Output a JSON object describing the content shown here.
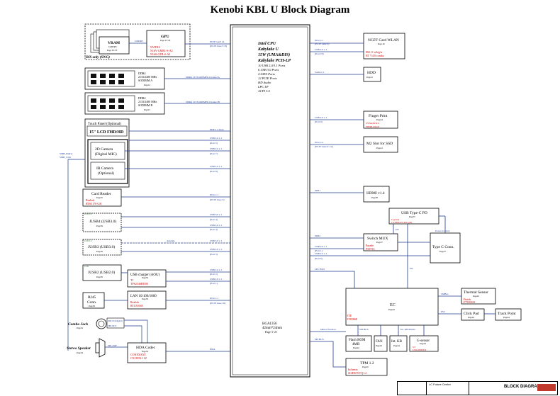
{
  "title": "Kenobi KBL U Block Diagram",
  "colors": {
    "line": "#1f3a93",
    "box": "#000000",
    "red": "#cc0000",
    "green": "#2e7d32"
  },
  "cpu": {
    "lines": [
      "Intel CPU",
      "Kabylake U",
      "15W (UMA&DIS)",
      "Kabylake  PCH-LP",
      "10 USB 2.0/3.1 Ports",
      "6 USB 3.0 Ports",
      "4 SATA Ports",
      "12 PCIE Ports",
      "HD Audio",
      "LPC I/F",
      "ACPI 3.0"
    ],
    "package": [
      "BGA1356",
      "42mm*24mm"
    ],
    "page": "Page 3~21"
  },
  "blocks": {
    "vram": {
      "label": "VRAM",
      "sub": "GDDR5",
      "page": "Page 30~33"
    },
    "gpu": {
      "label": "GPU",
      "page": "Page 25~29",
      "red1": "NVIDIA",
      "red2": "N16V-GMR1-S-A2",
      "red3": "N16S-GTR-S-A2"
    },
    "dis_label": "DIS only (SWG)",
    "ddr_a": {
      "l1": "DDR4",
      "l2": "2133/2400 MHz",
      "l3": "SODIMM A",
      "page": "Page14"
    },
    "ddr_b": {
      "l1": "DDR4",
      "l2": "2133/2400 MHz",
      "l3": "SODIMM B",
      "page": "Page15"
    },
    "touch_panel": "Touch Panel (Optional)",
    "lcd": "15\" LCD FHD/HD",
    "camera2d": {
      "l1": "2D Camera",
      "l2": "(Digital MIC)"
    },
    "ir_camera": {
      "l1": "IR Camera",
      "l2": "(Optional)"
    },
    "card_reader": {
      "label": "Card Reader",
      "page": "Page35",
      "red1": "Realtek",
      "red2": "RTS5170-GR"
    },
    "jusb4": {
      "label": "JUSB4 (USB3.0)",
      "page": "Page39"
    },
    "jusb3": {
      "label": "JUSB3 (USB3.0)",
      "page": "Page39"
    },
    "jusb2": {
      "label": "JUSB2 (USB2.0)",
      "page": "Page39"
    },
    "usb_charger": {
      "label": "USB charger (AOU)",
      "page": "Page39",
      "red1": "TI",
      "red2": "TPS2546RTER"
    },
    "rj45": {
      "l1": "RJ45",
      "l2": "Conn.",
      "page": "Page36"
    },
    "lan": {
      "label": "LAN 10/100/1000",
      "page": "Page36",
      "red1": "Realtek",
      "red2": "RTL8106E"
    },
    "combo_jack": {
      "label": "Combo Jack",
      "page": "Page34"
    },
    "speaker": {
      "label": "Stereo Speaker",
      "page": "Page34"
    },
    "hda_codec": {
      "label": "HDA Codec",
      "page": "Page34",
      "red1": "CONEXANT",
      "red2": "CX11852-11Z"
    },
    "ngff": {
      "label": "NGFF Card WLAN",
      "page": "Page 40",
      "red1": "802.11 a/b/g/n",
      "red2": "BT V4.0 combo"
    },
    "hdd": {
      "label": "HDD",
      "page": "Page41"
    },
    "finger": {
      "label": "Finger Print",
      "page": "Page44",
      "red1": "SYNAPTICS",
      "red2": "WBDI-PAGE"
    },
    "m2": {
      "label": "M2 Slot for SSD",
      "page": "Page41"
    },
    "hdmi": {
      "label": "HDMI v1.4",
      "page": "Page38"
    },
    "typec_pd": {
      "label": "USB Type-C PD",
      "page": "Page37",
      "red1": "Cypress",
      "red2": "CYPD4225-40LQXI"
    },
    "switch_mux": {
      "label": "Switch MUX",
      "page": "Page37",
      "red1": "Parade",
      "red2": "PS8743"
    },
    "typec_conn": {
      "label": "Type C Conn.",
      "page": "Page37"
    },
    "ec": {
      "label": "EC",
      "page": "Page42",
      "red1": "ITE",
      "red2": "IT8586E"
    },
    "thermal": {
      "label": "Thermal Sensor",
      "page": "Page43",
      "red1": "Fintek",
      "red2": "F75303M"
    },
    "clickpad": {
      "label": "Click Pad",
      "page": "Page44"
    },
    "trackpoint": {
      "label": "Track Point",
      "page": "Page44"
    },
    "flash": {
      "l1": "Flash ROM",
      "l2": "4MB",
      "page": "Page42"
    },
    "fan": {
      "label": "FAN",
      "page": "Page43"
    },
    "intkb": {
      "label": "Int. KB",
      "page": "Page44"
    },
    "gsensor": {
      "label": "G-sensor",
      "page": "Page44",
      "red1": "ST",
      "red2": "LNG2DMTR"
    },
    "tpm": {
      "label": "TPM 1.2",
      "page": "Page45",
      "red1": "Infineon",
      "red2": "SLB9670VQ1.2"
    }
  },
  "bus_labels": {
    "pcie_gpu": "PCIE Gen3 x4",
    "pcie_gpu2": "(PCIE Lane 5~8)",
    "gddr": "GDDR5",
    "ddr_a": "DDR4 2133/2400MHz Channel A",
    "ddr_b": "DDR4 2133/2400MHz Channel B",
    "edp": "EDP x 4 lanes",
    "usb_port5": "(Port 5)",
    "usb_port7": "(Port 7)",
    "usb_port8": "(Port 8)",
    "usb20x1": "USB 2.0 x 1",
    "pcie_x1": "PCIe x 1",
    "pcie_lane3": "(PCIE Lane 3)",
    "usb30x1": "USB 3.0 x 1",
    "port4": "(Port 4)",
    "port3": "(Port 3)",
    "port2": "(Port 2)",
    "port1": "(Port 1)",
    "port6": "(Port 6)",
    "pcie_lane10": "(PCIE Lane 10)",
    "hda": "HDA",
    "pcie_wlan": "PCIe x 1",
    "pcie_wlan2": "(PCIE Lane 9)",
    "usb_wlan": "USB 2.0 x 1",
    "usb_wlan2": "(Port 10)",
    "sata": "SATA x 1",
    "usb_finger": "USB 2.0 x 1",
    "usb_finger2": "(Port 9)",
    "pcie_ssd": "PCIe x 4",
    "pcie_ssd2": "(PCIE Lane 9~12)",
    "ddi1": "DDI1",
    "ddi2": "DDI2",
    "i2c": "I2C",
    "power_control": "Power Control",
    "lpc": "LPC BUS",
    "smbus": "SMBus",
    "ps2": "PS2",
    "mirror": "Mirror function",
    "spi": "SPI BUS",
    "kb_matrix": "Int. KB Matrix",
    "smb_data": "SMB_DATA",
    "smb_clk": "SMB_CLK",
    "mic_in": "MIC IN (Digital)",
    "spk_in": "SPK OUT",
    "hda_pin": "HP OUT",
    "spk_amp": "SPK AMP",
    "antenna": "Antenna",
    "usb30_jusb3": "USB 3.0",
    "usb_nine": "USB 3.0"
  },
  "footer": {
    "title": "BLOCK DIAGRAM",
    "company": "LC Future Center"
  }
}
